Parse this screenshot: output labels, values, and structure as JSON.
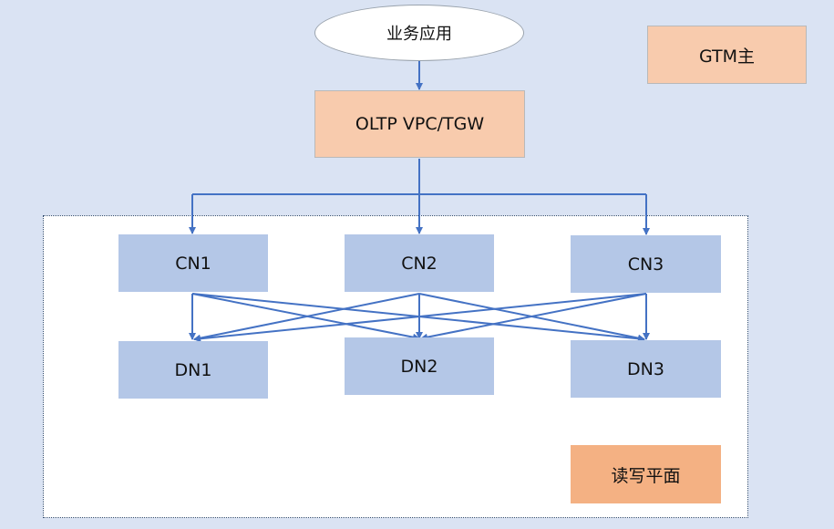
{
  "top": {
    "app": "业务应用",
    "gateway": "OLTP VPC/TGW",
    "gtm": "GTM主"
  },
  "cn_nodes": [
    "CN1",
    "CN2",
    "CN3"
  ],
  "dn_nodes": [
    "DN1",
    "DN2",
    "DN3"
  ],
  "plane_label": "读写平面",
  "colors": {
    "background": "#dae3f3",
    "node_fill": "#b4c7e7",
    "peach_fill": "#f8cbad",
    "plane_label_fill": "#f4b183",
    "arrow": "#4472c4"
  }
}
